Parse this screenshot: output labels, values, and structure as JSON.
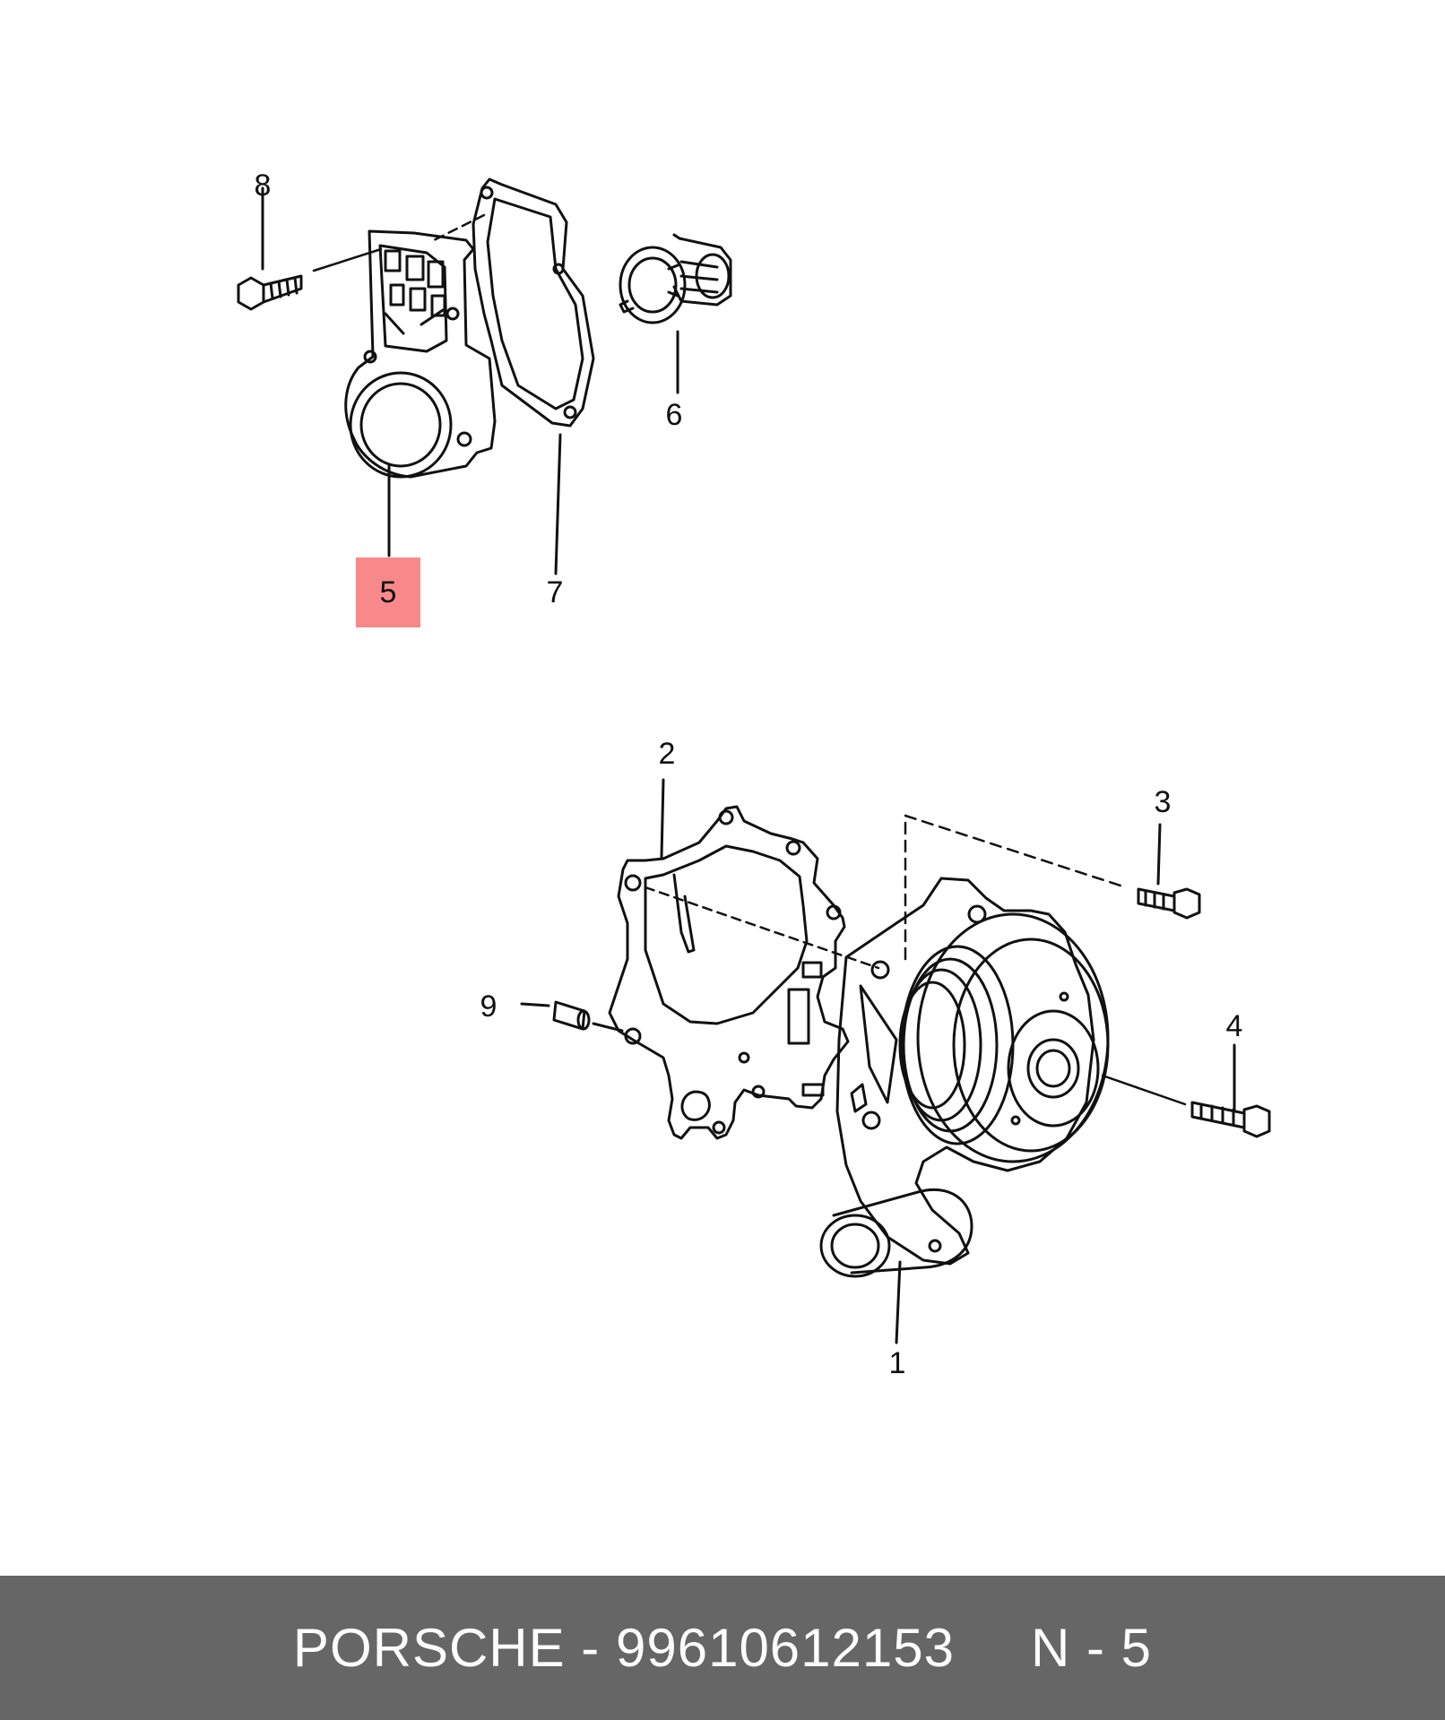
{
  "callouts": {
    "c1": "1",
    "c2": "2",
    "c3": "3",
    "c4": "4",
    "c5": "5",
    "c6": "6",
    "c7": "7",
    "c8": "8",
    "c9": "9"
  },
  "highlight": {
    "callout": "5",
    "color": "#f7898b"
  },
  "footer": {
    "part": "PORSCHE - 99610612153",
    "position": "N - 5"
  }
}
